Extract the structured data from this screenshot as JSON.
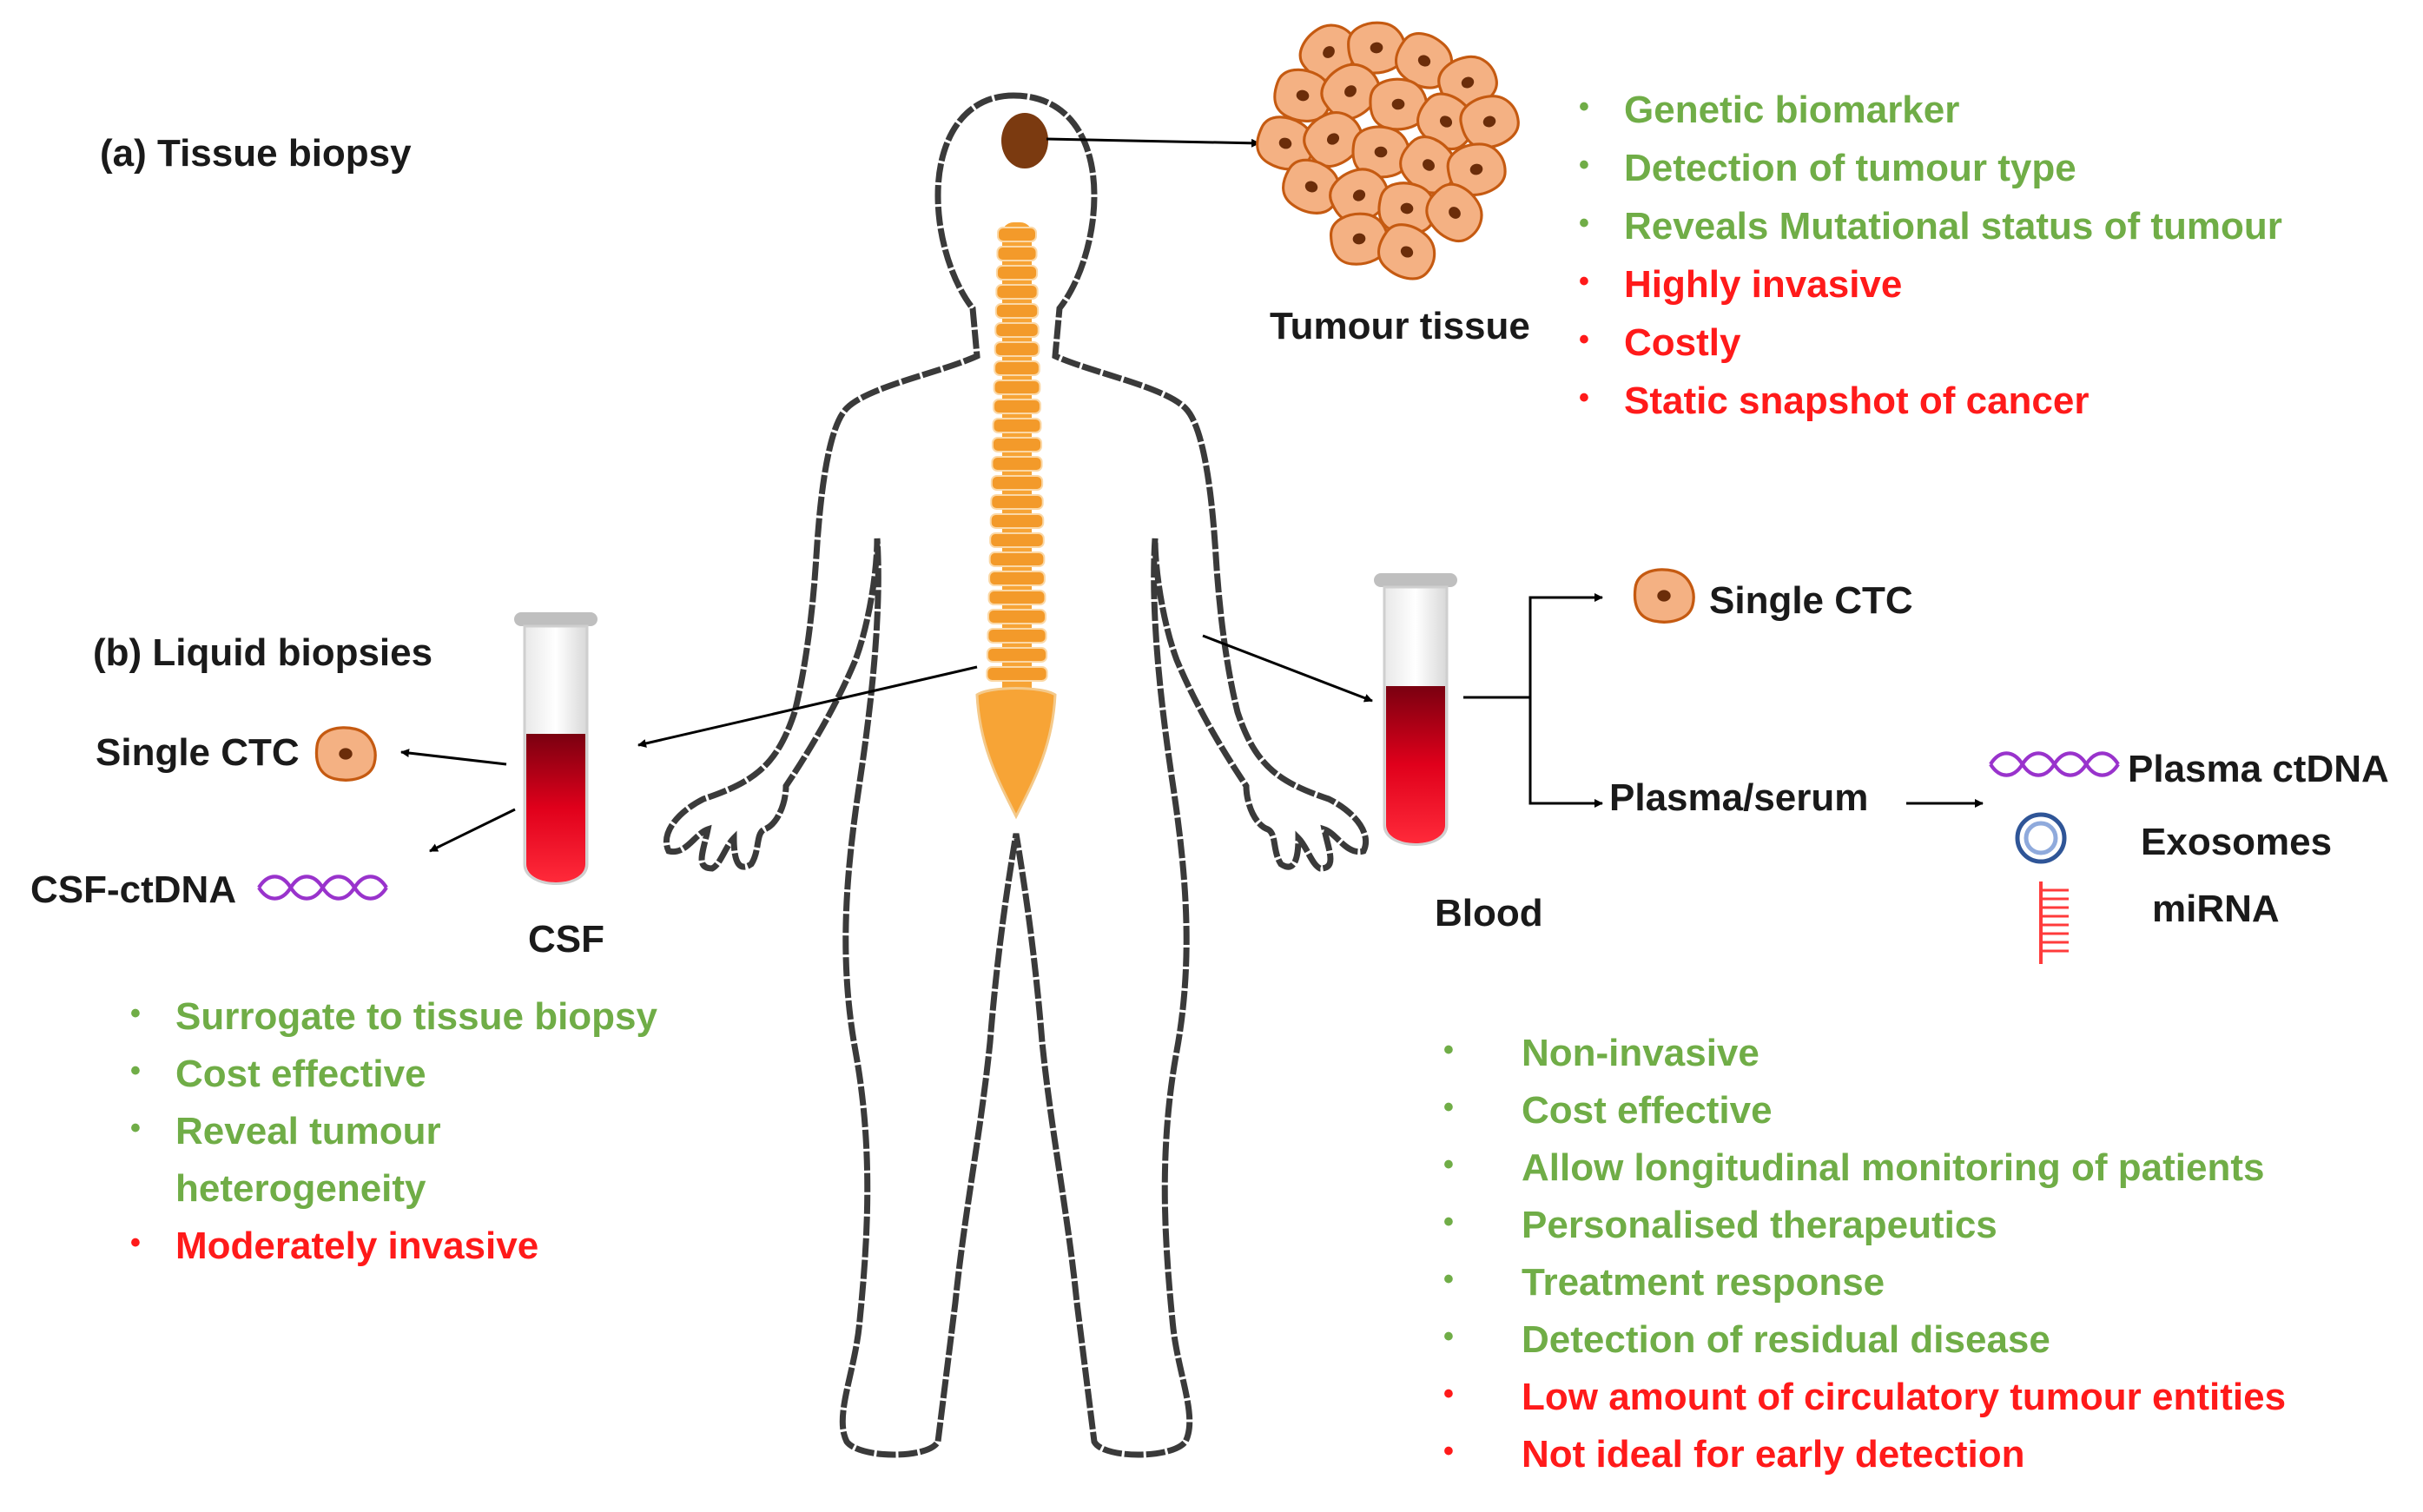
{
  "sections": {
    "tissue_biopsy": "(a) Tissue biopsy",
    "liquid_biopsies": "(b) Liquid biopsies"
  },
  "labels": {
    "tumour_tissue": "Tumour tissue",
    "csf": "CSF",
    "blood": "Blood",
    "csf_single_ctc": "Single CTC",
    "csf_ctdna": "CSF-ctDNA",
    "blood_single_ctc": "Single CTC",
    "plasma_serum": "Plasma/serum",
    "plasma_ctdna": "Plasma ctDNA",
    "exosomes": "Exosomes",
    "mirna": "miRNA"
  },
  "tissue_points": [
    {
      "text": "Genetic biomarker",
      "type": "pro"
    },
    {
      "text": "Detection of tumour type",
      "type": "pro"
    },
    {
      "text": "Reveals Mutational status of tumour",
      "type": "pro"
    },
    {
      "text": "Highly invasive",
      "type": "con"
    },
    {
      "text": "Costly",
      "type": "con"
    },
    {
      "text": "Static snapshot  of cancer",
      "type": "con"
    }
  ],
  "csf_points": [
    {
      "text": "Surrogate to tissue biopsy",
      "type": "pro"
    },
    {
      "text": "Cost effective",
      "type": "pro"
    },
    {
      "text": "Reveal tumour",
      "type": "pro"
    },
    {
      "text": "heterogeneity",
      "type": "pro",
      "continuation": true
    },
    {
      "text": "Moderately  invasive",
      "type": "con"
    }
  ],
  "blood_points": [
    {
      "text": "Non-invasive",
      "type": "pro"
    },
    {
      "text": "Cost effective",
      "type": "pro"
    },
    {
      "text": "Allow longitudinal  monitoring  of patients",
      "type": "pro"
    },
    {
      "text": "Personalised therapeutics",
      "type": "pro"
    },
    {
      "text": "Treatment response",
      "type": "pro"
    },
    {
      "text": "Detection of residual disease",
      "type": "pro"
    },
    {
      "text": "Low amount of circulatory tumour entities",
      "type": "con"
    },
    {
      "text": "Not ideal for early detection",
      "type": "con"
    }
  ],
  "colors": {
    "pro": "#70ad47",
    "con": "#ff1a1a",
    "blood": "#e0001b",
    "spine": "#f7a436",
    "cell_fill": "#f4b183",
    "cell_outline": "#c55a11",
    "dna": "#9933cc",
    "tumour": "#7b3a10"
  },
  "icons": [
    "human-silhouette-icon",
    "spine-icon",
    "tumour-cells-icon",
    "test-tube-icon",
    "cell-icon",
    "dna-helix-icon",
    "exosome-icon",
    "mirna-icon"
  ]
}
